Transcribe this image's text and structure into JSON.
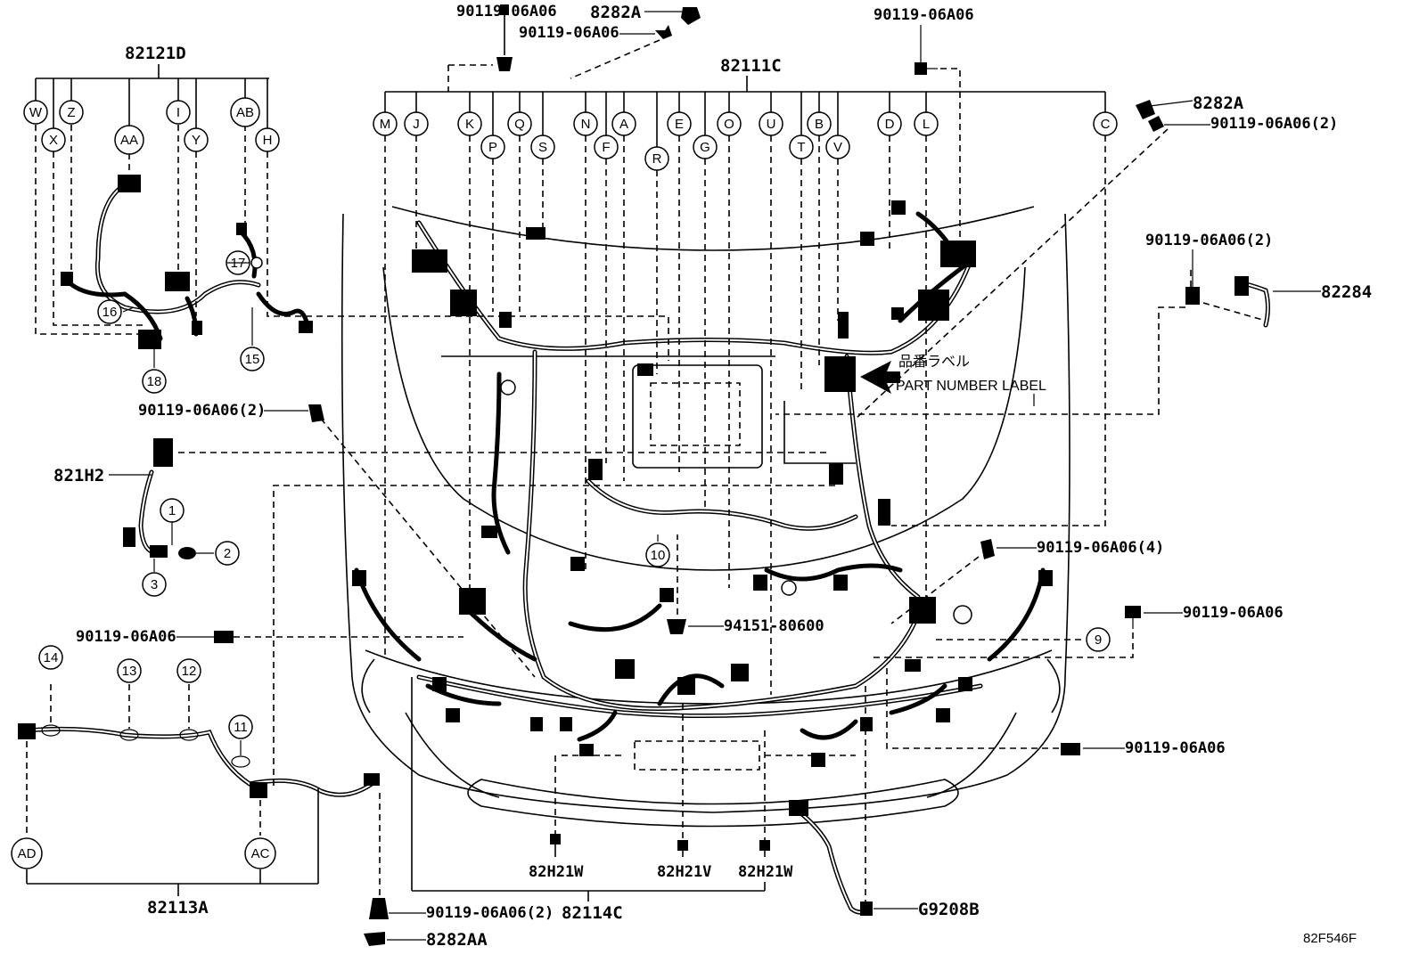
{
  "diagram_code": "82F546F",
  "part_number_label": {
    "jp": "品番ラベル",
    "en": "PART NUMBER LABEL"
  },
  "part_numbers": {
    "harness_main": "82111C",
    "harness_left": "82121D",
    "harness_bottom_left": "82113A",
    "harness_front": "82114C",
    "sensor_lead": "821H2",
    "right_sensor": "82284",
    "ground_lead": "G9208B",
    "bolt": "90119-06A06",
    "bolt_x2": "90119-06A06(2)",
    "bolt_x4": "90119-06A06(4)",
    "clip": "8282A",
    "clip_aa": "8282AA",
    "clip_94151": "94151-80600",
    "clamp_w": "82H21W",
    "clamp_v": "82H21V"
  },
  "main_connectors": [
    "M",
    "J",
    "K",
    "P",
    "Q",
    "S",
    "N",
    "F",
    "A",
    "R",
    "E",
    "G",
    "O",
    "U",
    "B",
    "T",
    "V",
    "D",
    "L",
    "C"
  ],
  "left_connectors": [
    "W",
    "X",
    "Z",
    "AA",
    "I",
    "Y",
    "AB",
    "H"
  ],
  "bottom_connectors": [
    "AD",
    "AC"
  ],
  "ref_numbers": [
    "1",
    "2",
    "3",
    "9",
    "10",
    "11",
    "12",
    "13",
    "14",
    "15",
    "16",
    "17",
    "18"
  ]
}
